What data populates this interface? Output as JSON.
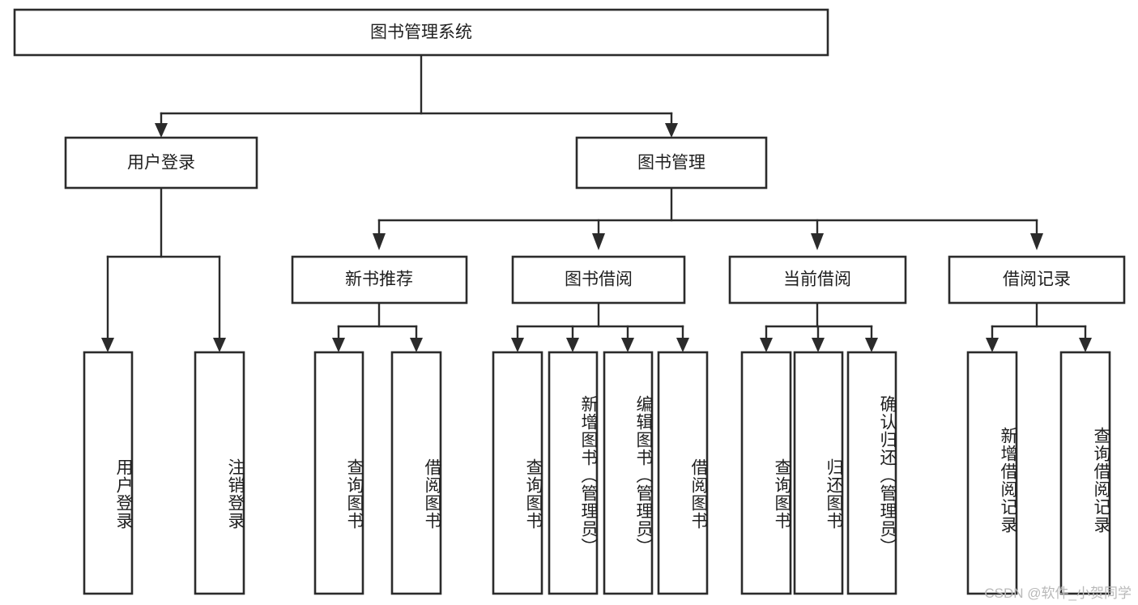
{
  "diagram": {
    "type": "tree",
    "title": "图书管理系统",
    "root": {
      "label": "图书管理系统"
    },
    "level2": [
      {
        "label": "用户登录"
      },
      {
        "label": "图书管理"
      }
    ],
    "level3": [
      {
        "label": "新书推荐"
      },
      {
        "label": "图书借阅"
      },
      {
        "label": "当前借阅"
      },
      {
        "label": "借阅记录"
      }
    ],
    "leaves": {
      "user_login": [
        {
          "label": "用户登录"
        },
        {
          "label": "注销登录"
        }
      ],
      "new_book_recommend": [
        {
          "label": "查询图书"
        },
        {
          "label": "借阅图书"
        }
      ],
      "book_borrow": [
        {
          "label": "查询图书"
        },
        {
          "label": "新增图书（管理员）"
        },
        {
          "label": "编辑图书（管理员）"
        },
        {
          "label": "借阅图书"
        }
      ],
      "current_borrow": [
        {
          "label": "查询图书"
        },
        {
          "label": "归还图书"
        },
        {
          "label": "确认归还（管理员）"
        }
      ],
      "borrow_record": [
        {
          "label": "新增借阅记录"
        },
        {
          "label": "查询借阅记录"
        }
      ]
    }
  },
  "colors": {
    "box_stroke": "#2b2b2b",
    "box_fill": "#ffffff",
    "text": "#1f1f1f",
    "watermark": "#b9b9b9",
    "background": "#ffffff"
  },
  "watermark": {
    "text": "CSDN @软件_小贺同学"
  }
}
